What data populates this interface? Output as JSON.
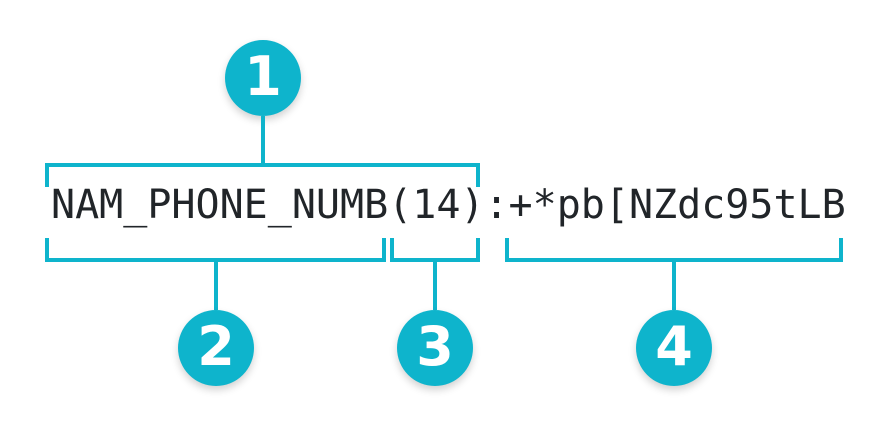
{
  "diagram": {
    "full_string": "NAM_PHONE_NUMB(14):+*pb[NZdc95tLB",
    "segments": {
      "field_name": "NAM_PHONE_NUMB",
      "length": "(14)",
      "separator": ":",
      "value": "+*pb[NZdc95tLB"
    },
    "callouts": [
      {
        "number": "1",
        "covers": "NAM_PHONE_NUMB(14)"
      },
      {
        "number": "2",
        "covers": "NAM_PHONE_NUMB"
      },
      {
        "number": "3",
        "covers": "(14)"
      },
      {
        "number": "4",
        "covers": "+*pb[NZdc95tLB"
      }
    ],
    "colors": {
      "accent": "#0eb4cc",
      "text": "#212529",
      "background": "#ffffff",
      "badge_text": "#ffffff"
    }
  }
}
